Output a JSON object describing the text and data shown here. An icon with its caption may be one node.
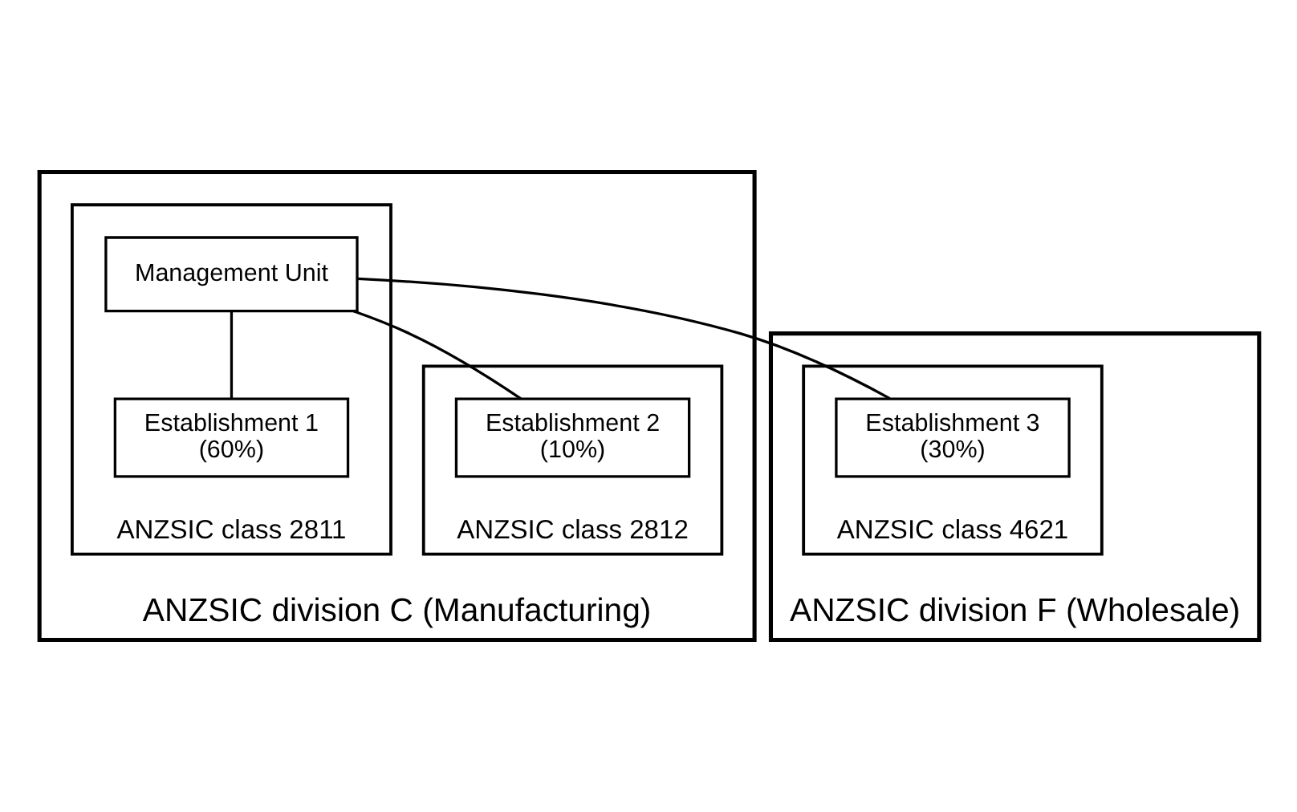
{
  "diagram": {
    "nodes": [
      {
        "text": [
          "ANZSIC division C (Manufacturing)"
        ]
      },
      {
        "text": [
          "ANZSIC class 2811"
        ],
        "in": 0
      },
      {
        "text": [
          "Management Unit"
        ],
        "in": 1
      },
      {
        "text": [
          "Establishment 1",
          "(60%)"
        ],
        "in": 1
      },
      {
        "text": [
          "ANZSIC class 2812"
        ],
        "in": 0
      },
      {
        "text": [
          "Establishment 2",
          "(10%)"
        ],
        "in": 4
      },
      {
        "text": [
          "ANZSIC division F (Wholesale)"
        ]
      },
      {
        "text": [
          "ANZSIC class 4621"
        ],
        "in": 6
      },
      {
        "text": [
          "Establishment 3",
          "(30%)"
        ],
        "in": 7
      }
    ],
    "edges": [
      {
        "from": 2,
        "to": 3,
        "arrow": "none"
      },
      {
        "from": 2,
        "to": 5,
        "arrow": "none"
      },
      {
        "from": 2,
        "to": 8,
        "arrow": "none"
      }
    ]
  }
}
